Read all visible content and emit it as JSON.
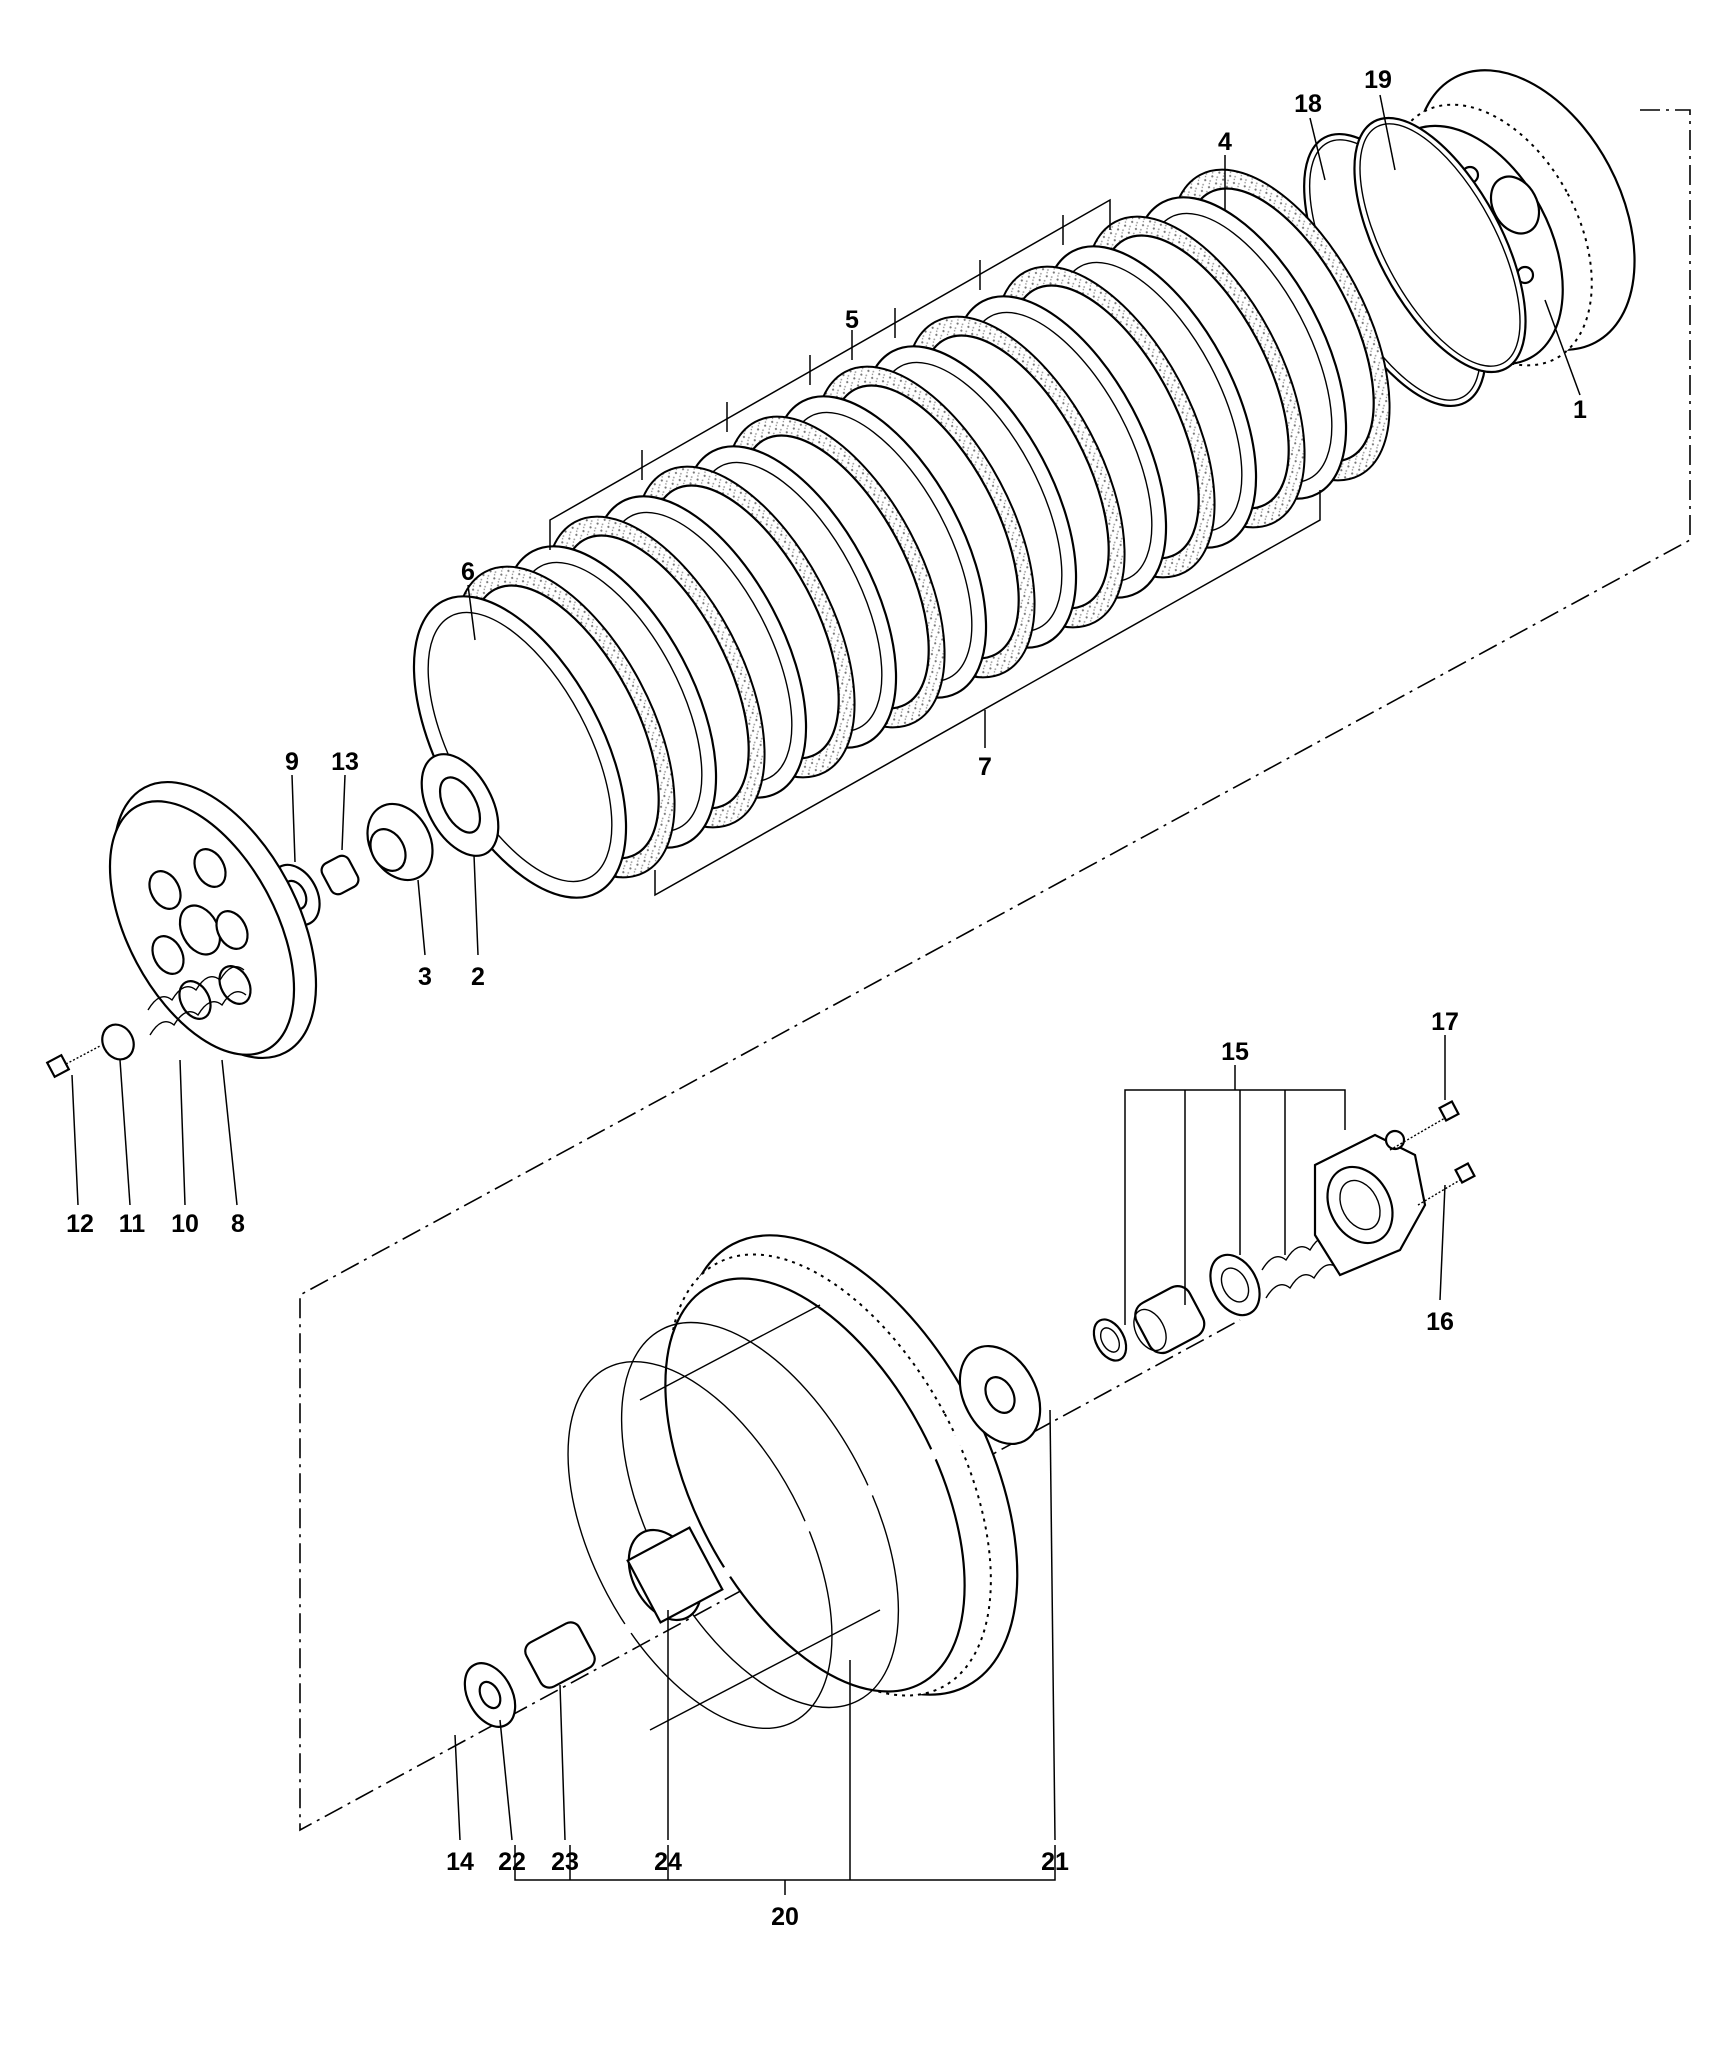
{
  "labels": {
    "p1": "1",
    "p2": "2",
    "p3": "3",
    "p4": "4",
    "p5": "5",
    "p6": "6",
    "p7": "7",
    "p8": "8",
    "p9": "9",
    "p10": "10",
    "p11": "11",
    "p12": "12",
    "p13": "13",
    "p14": "14",
    "p15": "15",
    "p16": "16",
    "p17": "17",
    "p18": "18",
    "p19": "19",
    "p20": "20",
    "p21": "21",
    "p22": "22",
    "p23": "23",
    "p24": "24"
  },
  "colors": {
    "line": "#000000",
    "background": "#ffffff",
    "friction_fill": "#9a9a9a"
  },
  "icons": [
    "clutch-hub",
    "clutch-plates",
    "pressure-plate",
    "clutch-basket",
    "spring",
    "bearing",
    "bolt",
    "slave-cylinder"
  ]
}
